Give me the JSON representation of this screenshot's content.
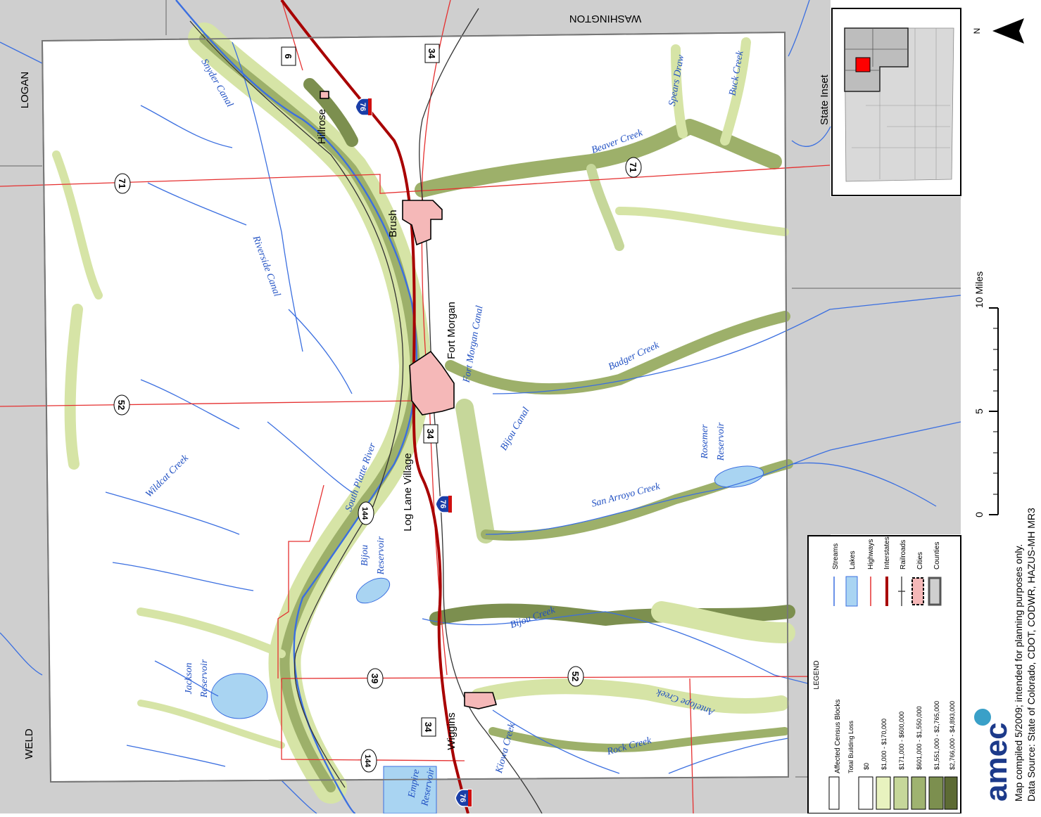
{
  "counties": {
    "washington": "WASHINGTON",
    "logan": "LOGAN",
    "weld": "WELD"
  },
  "inset": {
    "label": "State Inset"
  },
  "north_arrow": {
    "label": "N"
  },
  "scale_bar": {
    "ticks": [
      "0",
      "5",
      "10 Miles"
    ]
  },
  "cities": {
    "hillrose": "Hillrose",
    "brush": "Brush",
    "fort_morgan": "Fort Morgan",
    "log_lane": "Log Lane Village",
    "wiggins": "Wiggins"
  },
  "highways": {
    "i76_a": "76",
    "i76_b": "76",
    "i76_c": "76",
    "us6": "6",
    "us34_n": "34",
    "us34_c": "34",
    "us34_s": "34",
    "sh71_w": "71",
    "sh71_e": "71",
    "sh52_w": "52",
    "sh52_e": "52",
    "sh144_n": "144",
    "sh144_s": "144",
    "sh39": "39"
  },
  "water": {
    "snyder_canal": "Snyder Canal",
    "riverside_canal": "Riverside Canal",
    "wildcat_creek": "Wildcat Creek",
    "south_platte": "South Platte River",
    "bijou_reservoir": [
      "Bijou",
      "Reservoir"
    ],
    "jackson_reservoir": [
      "Jackson",
      "Reservoir"
    ],
    "empire_reservoir": [
      "Empire",
      "Reservoir"
    ],
    "beaver_creek": "Beaver Creek",
    "spears_draw": "Spears Draw",
    "buck_creek": "Buck Creek",
    "fort_morgan_canal": "Fort Morgan Canal",
    "badger_creek": "Badger Creek",
    "bijou_canal": "Bijou Canal",
    "rosemer_reservoir": [
      "Rosemer",
      "Reservoir"
    ],
    "san_arroyo": "San Arroyo Creek",
    "bijou_creek": "Bijou Creek",
    "antelope_creek": "Antelope Creek",
    "rock_creek": "Rock Creek",
    "kiowa_creek": "Kiowa Creek"
  },
  "legend": {
    "title": "LEGEND",
    "affected": "Affected Census Blocks",
    "total_loss": "Total Building Loss",
    "classes": [
      "$0",
      "$1,000 - $170,000",
      "$171,000 - $600,000",
      "$601,000 - $1,550,000",
      "$1,551,000 - $2,765,000",
      "$2,766,000 - $4,893,000"
    ],
    "class_colors": [
      "#ffffff",
      "#e8f2bf",
      "#c6d79a",
      "#9fb370",
      "#7c8f4f",
      "#5d6b34"
    ],
    "lines": [
      "Streams",
      "Lakes",
      "Highways",
      "Interstates",
      "Railroads",
      "Cities",
      "Counties"
    ]
  },
  "logo": "amec",
  "notes": {
    "compiled": "Map compiled 5/2009; intended for planning purposes only.",
    "source": "Data Source: State of Colorado, CDOT, CODWR, HAZUS-MH  MR3"
  },
  "colors": {
    "stream": "#3b6fe0",
    "lake": "#a9d4f2",
    "highway": "#e53030",
    "interstate": "#a80000",
    "county_fill": "#cfcfcf",
    "city_fill": "#f5b8b8"
  }
}
